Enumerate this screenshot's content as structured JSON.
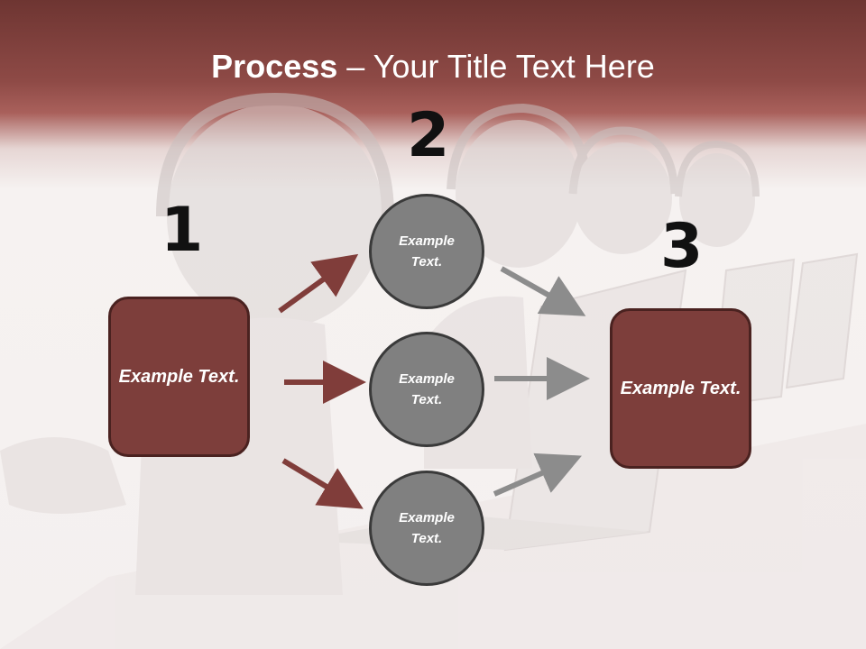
{
  "title": {
    "bold": "Process",
    "rest": " – Your Title Text Here"
  },
  "steps": [
    {
      "number": "1",
      "text": "Example Text."
    },
    {
      "number": "2",
      "text": "Example Text."
    },
    {
      "number": "3",
      "text": "Example Text."
    }
  ],
  "circles": [
    {
      "text": "Example Text."
    },
    {
      "text": "Example Text."
    },
    {
      "text": "Example Text."
    }
  ],
  "colors": {
    "header": "#7d3e3b",
    "box_fill": "#7d3e3b",
    "circle_fill": "#808080",
    "red_arrow": "#803d3a",
    "gray_arrow": "#8c8c8c"
  },
  "background_image": "call-center-figures-with-headsets-and-laptops"
}
